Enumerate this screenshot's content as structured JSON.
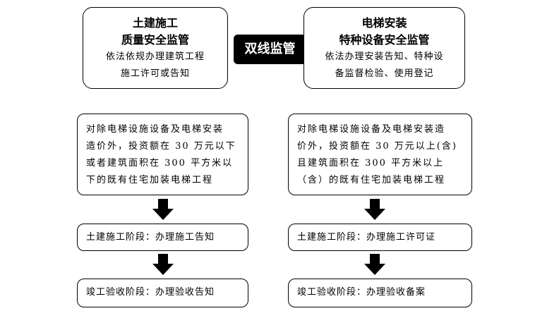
{
  "left_top": {
    "title": [
      "土建施工",
      "质量安全监管"
    ],
    "desc": [
      "依法依规办理建筑工程",
      "施工许可或告知"
    ]
  },
  "center": {
    "label": "双线监管"
  },
  "right_top": {
    "title": [
      "电梯安装",
      "特种设备安全监管"
    ],
    "desc": [
      "依法办理安装告知、特种设",
      "备监督检验、使用登记"
    ]
  },
  "left_flow": {
    "scope": [
      "对除电梯设施设备及电梯安装",
      "造价外，投资额在 30 万元以下",
      "或者建筑面积在 300 平方米以",
      "下的既有住宅加装电梯工程"
    ],
    "step1": "土建施工阶段：办理施工告知",
    "step2": "竣工验收阶段：办理验收告知"
  },
  "right_flow": {
    "scope": [
      "对除电梯设施设备及电梯安装造",
      "价外，投资额在 30 万元以上(含)",
      "且建筑面积在 300 平方米以上",
      "（含）的既有住宅加装电梯工程"
    ],
    "step1": "土建施工阶段：办理施工许可证",
    "step2": "竣工验收阶段：办理验收备案"
  }
}
